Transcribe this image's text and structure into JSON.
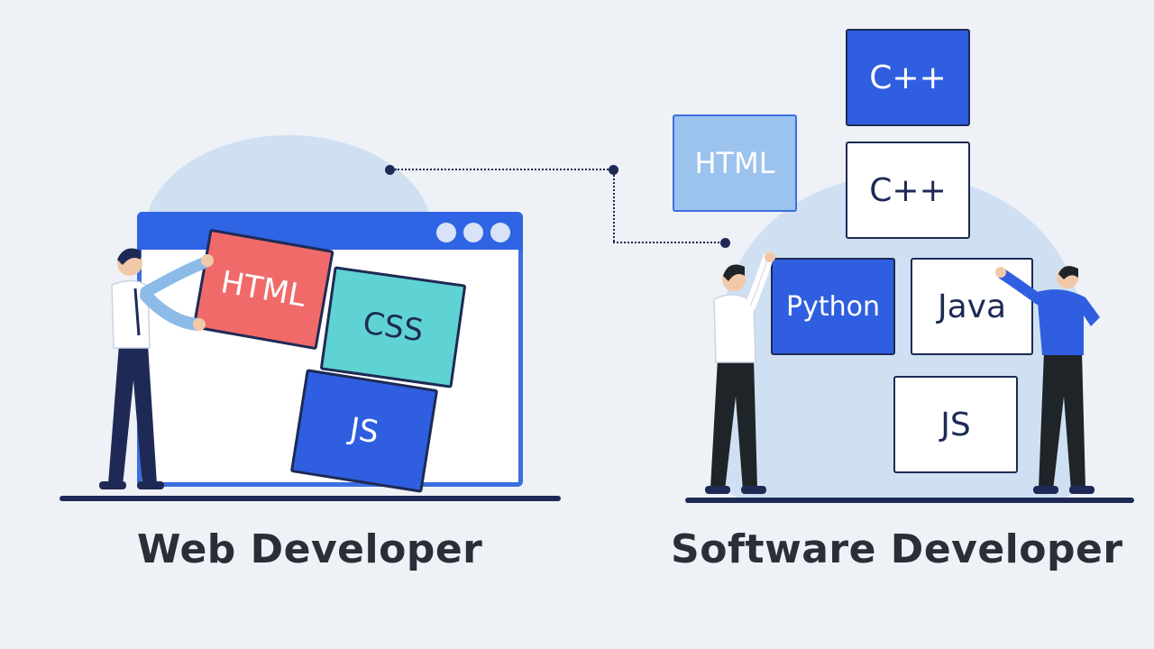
{
  "web": {
    "caption": "Web Developer",
    "tiles": [
      {
        "label": "HTML",
        "color": "#f06a6a"
      },
      {
        "label": "CSS",
        "color": "#5fd3d3"
      },
      {
        "label": "JS",
        "color": "#2f5fe0"
      }
    ]
  },
  "software": {
    "caption": "Software Developer",
    "tiles": [
      {
        "label": "C++",
        "style": "filled-blue"
      },
      {
        "label": "HTML",
        "style": "light-blue"
      },
      {
        "label": "C++",
        "style": "white"
      },
      {
        "label": "Python",
        "style": "filled-blue"
      },
      {
        "label": "Java",
        "style": "white"
      },
      {
        "label": "JS",
        "style": "white"
      }
    ]
  },
  "colors": {
    "accent_blue": "#2f5fe0",
    "navy": "#1e2a55",
    "background": "#eef1f5",
    "blob": "#cfe0f3"
  }
}
